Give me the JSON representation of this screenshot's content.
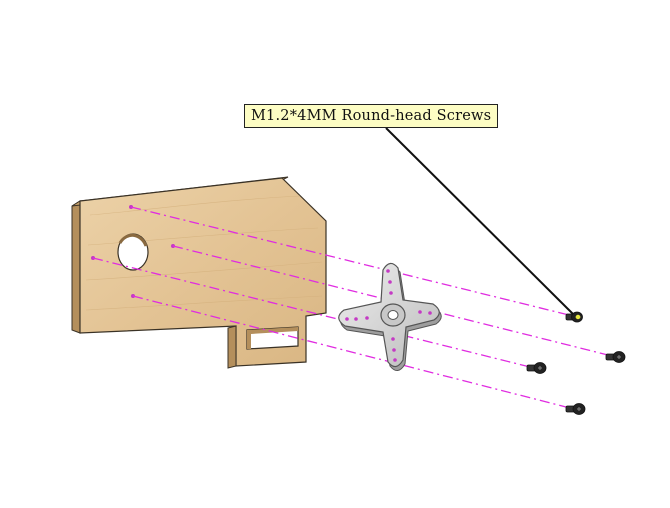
{
  "callout": {
    "label": "M1.2*4MM Round-head Screws"
  },
  "colors": {
    "wood_face": "#e7c99b",
    "wood_edge": "#b48f5c",
    "wood_outline": "#3a3226",
    "guide_line": "#e02ce0",
    "horn_fill": "#d9d9d9",
    "horn_outline": "#555555",
    "hole": "#c43ac4",
    "screw": "#222222",
    "callout_bg": "#fdfdc4",
    "leader": "#111111"
  },
  "icons": {
    "plate": "wooden-mounting-plate",
    "horn": "servo-cross-horn",
    "screw": "round-head-screw"
  }
}
